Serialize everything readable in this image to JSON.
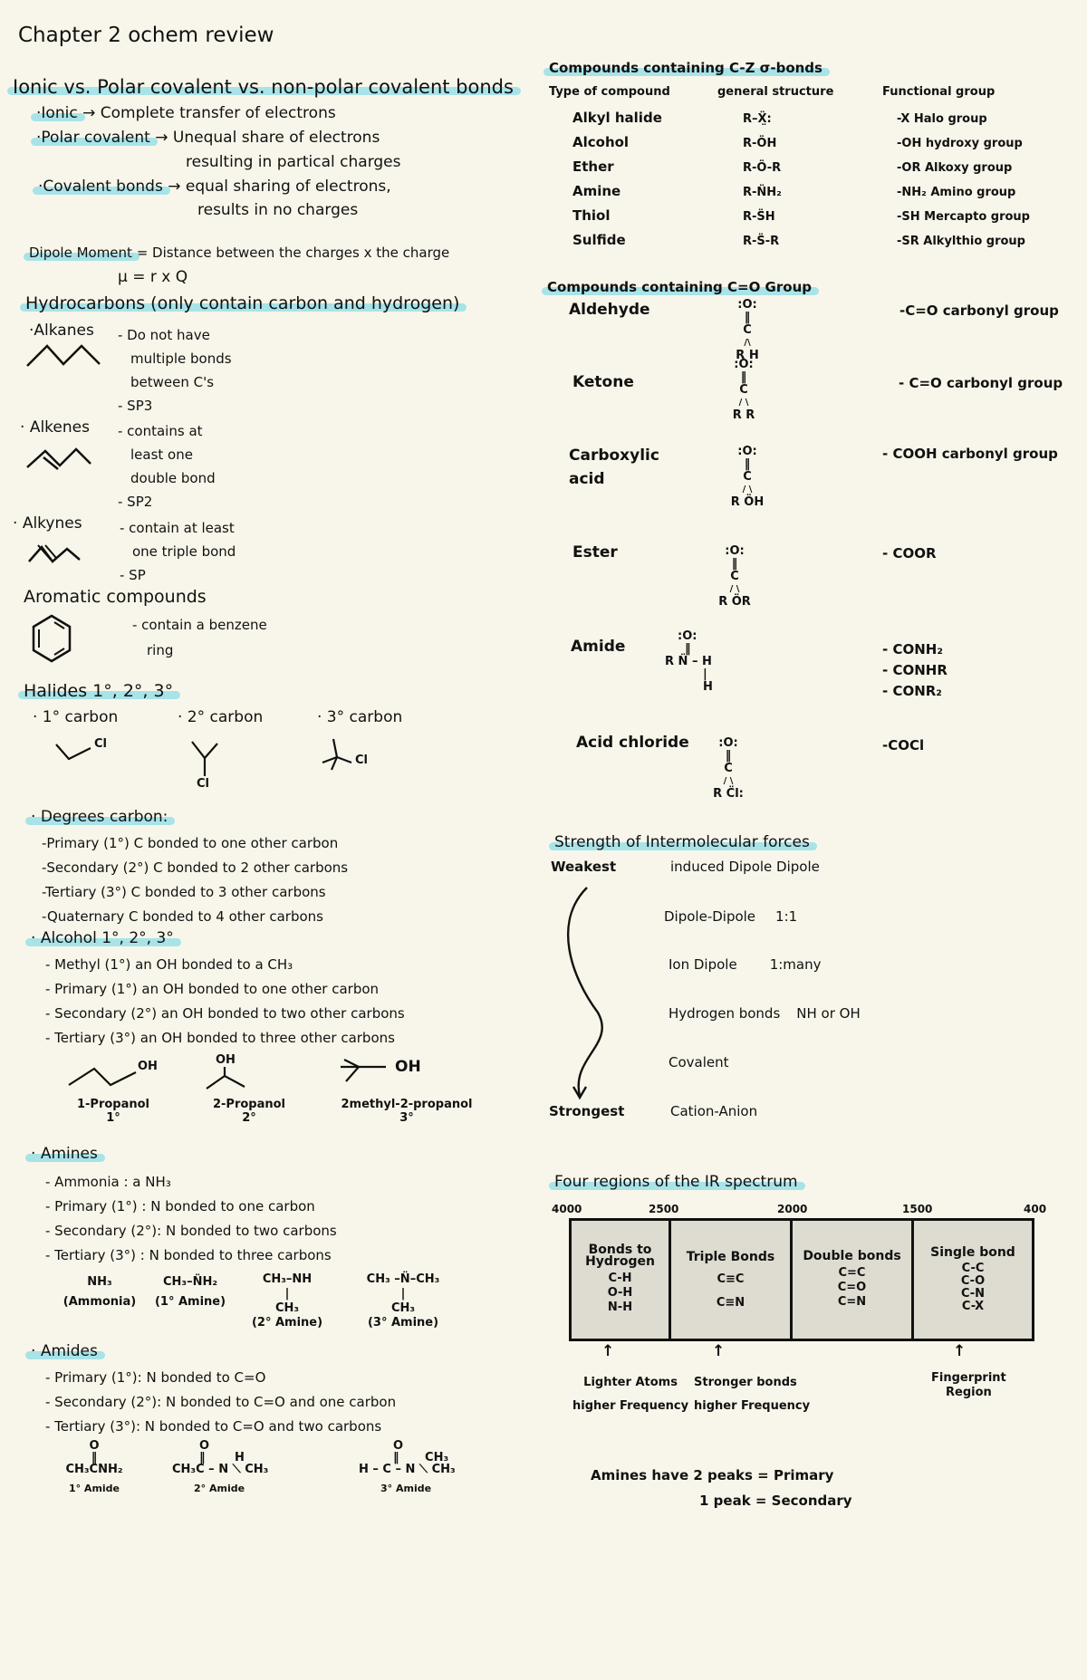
{
  "title": "Chapter 2  ochem review",
  "bonds": {
    "heading": "Ionic vs. Polar covalent vs. non-polar covalent bonds",
    "items": [
      {
        "term": "Ionic",
        "arrow": "→",
        "desc": [
          "Complete transfer of electrons"
        ]
      },
      {
        "term": "Polar covalent",
        "arrow": "→",
        "desc": [
          "Unequal share of electrons",
          "resulting in partical charges"
        ]
      },
      {
        "term": "Covalent bonds",
        "arrow": "→",
        "desc": [
          "equal sharing of electrons,",
          "results in no charges"
        ]
      }
    ]
  },
  "dipole": {
    "label": "Dipole Moment",
    "definition": "= Distance between the charges x the charge",
    "formula": "μ = r x Q"
  },
  "hydrocarbons": {
    "heading": "Hydrocarbons (only contain carbon and hydrogen)",
    "types": [
      {
        "name": "Alkanes",
        "notes": [
          "- Do not have",
          "multiple bonds",
          "between C's",
          "- SP3"
        ]
      },
      {
        "name": "Alkenes",
        "notes": [
          "- contains at",
          "least one",
          "double bond",
          "- SP2"
        ]
      },
      {
        "name": "Alkynes",
        "notes": [
          "- contain at least",
          "one triple bond",
          "- SP"
        ]
      }
    ],
    "aromatic": {
      "heading": "Aromatic compounds",
      "notes": [
        "- contain a benzene",
        "ring"
      ]
    }
  },
  "halides": {
    "heading": "Halides 1°, 2°, 3°",
    "types": [
      {
        "label": "· 1° carbon",
        "atom": "Cl"
      },
      {
        "label": "· 2° carbon",
        "atom": "Cl"
      },
      {
        "label": "· 3° carbon",
        "atom": "Cl"
      }
    ]
  },
  "degrees": {
    "heading": "Degrees carbon:",
    "items": [
      "-Primary (1°) C bonded to one other carbon",
      "-Secondary (2°) C bonded to 2 other carbons",
      "-Tertiary (3°) C bonded to 3 other carbons",
      "-Quaternary      C bonded to 4 other carbons"
    ]
  },
  "alcohol": {
    "heading": "Alcohol 1°, 2°, 3°",
    "items": [
      "- Methyl (1°) an OH bonded to a CH₃",
      "- Primary (1°) an OH bonded to one other carbon",
      "- Secondary (2°) an OH bonded to two other carbons",
      "- Tertiary (3°) an OH bonded to three other carbons"
    ],
    "examples": [
      {
        "name": "1-Propanol",
        "degree": "1°",
        "group": "OH"
      },
      {
        "name": "2-Propanol",
        "degree": "2°",
        "group": "OH"
      },
      {
        "name": "2methyl-2-propanol",
        "degree": "3°",
        "group": "OH"
      }
    ]
  },
  "amines": {
    "heading": "Amines",
    "items": [
      "- Ammonia : a NH₃",
      "- Primary (1°) : N bonded to one carbon",
      "- Secondary (2°): N bonded to two carbons",
      "- Tertiary (3°) : N bonded to three carbons"
    ],
    "examples": [
      {
        "formula": "NH₃",
        "label": "(Ammonia)"
      },
      {
        "formula": "CH₃–N̈H₂",
        "label": "(1° Amine)"
      },
      {
        "formula": "CH₃–NH",
        "sub": "CH₃",
        "label": "(2° Amine)"
      },
      {
        "formula": "CH₃ –N̈–CH₃",
        "sub": "CH₃",
        "label": "(3° Amine)"
      }
    ]
  },
  "amides": {
    "heading": "Amides",
    "items": [
      "- Primary (1°): N bonded to C=O",
      "- Secondary (2°): N bonded to C=O and one carbon",
      "- Tertiary (3°): N bonded to C=O and two carbons"
    ],
    "examples": [
      {
        "top": "O",
        "formula": "CH₃CNH₂",
        "label": "1° Amide"
      },
      {
        "top": "O",
        "formula": "CH₃C – N",
        "h": "H",
        "r": "CH₃",
        "label": "2° Amide"
      },
      {
        "top": "O",
        "formula": "H – C – N",
        "r1": "CH₃",
        "r2": "CH₃",
        "label": "3° Amide"
      }
    ]
  },
  "sigma": {
    "heading": "Compounds containing C-Z σ-bonds",
    "columns": [
      "Type of compound",
      "general structure",
      "Functional group"
    ],
    "rows": [
      {
        "type": "Alkyl halide",
        "structure": "R–Ẍ̤:",
        "group": "-X  Halo group"
      },
      {
        "type": "Alcohol",
        "structure": "R-ÖH",
        "group": "-OH  hydroxy group"
      },
      {
        "type": "Ether",
        "structure": "R-Ö-R",
        "group": "-OR  Alkoxy group"
      },
      {
        "type": "Amine",
        "structure": "R-N̈H₂",
        "group": "-NH₂  Amino group"
      },
      {
        "type": "Thiol",
        "structure": "R-S̈H",
        "group": "-SH  Mercapto group"
      },
      {
        "type": "Sulfide",
        "structure": "R-S̈-R",
        "group": "-SR  Alkylthio group"
      }
    ]
  },
  "carbonyl": {
    "heading": "Compounds containing C=O Group",
    "rows": [
      {
        "type": "Aldehyde",
        "structure": [
          ":O:",
          "‖",
          "C",
          "R  H"
        ],
        "group": "-C=O carbonyl group"
      },
      {
        "type": "Ketone",
        "structure": [
          ":O:",
          "‖",
          "C",
          "R   R"
        ],
        "group": "- C=O carbonyl group"
      },
      {
        "type": "Carboxylic acid",
        "structure": [
          ":O:",
          "‖",
          "C",
          "R        ÖH"
        ],
        "group": "- COOH carbonyl group"
      },
      {
        "type": "Ester",
        "structure": [
          ":O:",
          "‖",
          "C",
          "R        ÖR"
        ],
        "group": "- COOR"
      },
      {
        "type": "Amide",
        "structure": [
          ":O:",
          "‖",
          "R    N̈ – H",
          "H"
        ],
        "group": [
          "- CONH₂",
          "- CONHR",
          "- CONR₂"
        ]
      },
      {
        "type": "Acid chloride",
        "structure": [
          ":O:",
          "‖",
          "C",
          "R      C̈l:"
        ],
        "group": "-COCl"
      }
    ]
  },
  "imf": {
    "heading": "Strength of Intermolecular forces",
    "weakest": "Weakest",
    "strongest": "Strongest",
    "forces": [
      {
        "name": "induced Dipole Dipole",
        "note": ""
      },
      {
        "name": "Dipole-Dipole",
        "note": "1:1"
      },
      {
        "name": "Ion Dipole",
        "note": "1:many"
      },
      {
        "name": "Hydrogen bonds",
        "note": "NH or OH"
      },
      {
        "name": "Covalent",
        "note": ""
      },
      {
        "name": "Cation-Anion",
        "note": ""
      }
    ]
  },
  "ir": {
    "heading": "Four regions of the IR spectrum",
    "ticks": [
      "4000",
      "2500",
      "2000",
      "1500",
      "400"
    ],
    "regions": [
      {
        "title": "Bonds to Hydrogen",
        "bonds": [
          "C-H",
          "O-H",
          "N-H"
        ]
      },
      {
        "title": "Triple Bonds",
        "bonds": [
          "C≡C",
          "C≡N"
        ]
      },
      {
        "title": "Double bonds",
        "bonds": [
          "C=C",
          "C=O",
          "C=N"
        ]
      },
      {
        "title": "Single bond",
        "bonds": [
          "C-C",
          "C-O",
          "C-N",
          "C-X"
        ]
      }
    ],
    "annotations": [
      {
        "lines": [
          "Lighter Atoms",
          "higher Frequency"
        ]
      },
      {
        "lines": [
          "Stronger bonds",
          "higher Frequency"
        ]
      },
      {
        "lines": [
          "Fingerprint",
          "Region"
        ]
      }
    ],
    "amine_note": [
      "Amines have 2 peaks = Primary",
      "1 peak = Secondary"
    ]
  },
  "colors": {
    "background": "#f8f6ea",
    "highlight": "#a8e3e8",
    "ink": "#111111",
    "ir_fill": "#dedbd0"
  }
}
